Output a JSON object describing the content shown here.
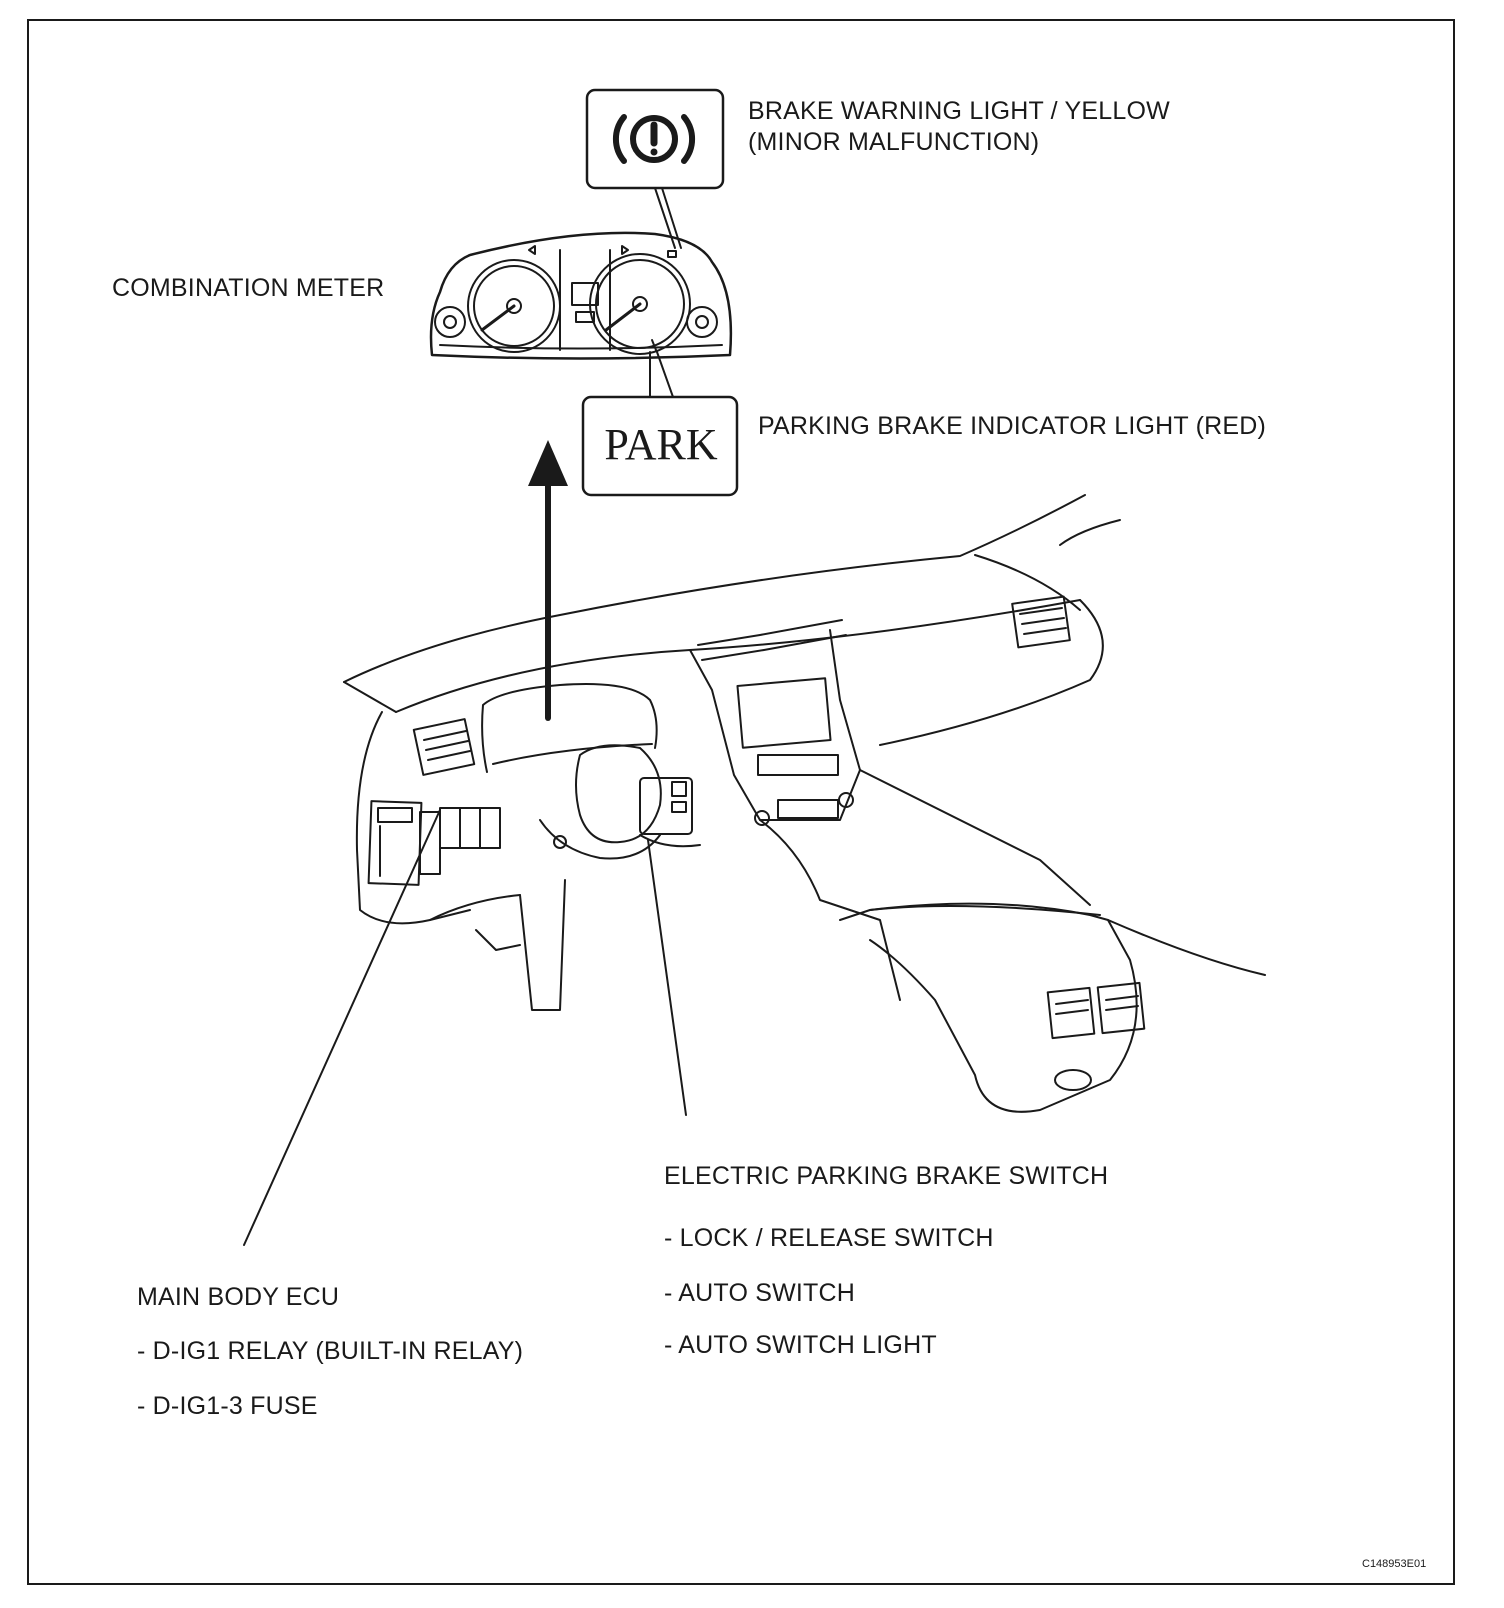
{
  "labels": {
    "brake_warning_line1": "BRAKE WARNING LIGHT / YELLOW",
    "brake_warning_line2": "(MINOR MALFUNCTION)",
    "combination_meter": "COMBINATION METER",
    "parking_indicator": "PARKING BRAKE INDICATOR LIGHT (RED)",
    "park_text": "PARK",
    "epb_switch": "ELECTRIC PARKING BRAKE SWITCH",
    "epb_items": [
      "- LOCK / RELEASE SWITCH",
      "- AUTO SWITCH",
      "- AUTO SWITCH LIGHT"
    ],
    "main_body_ecu": "MAIN BODY ECU",
    "ecu_items": [
      "- D-IG1 RELAY (BUILT-IN RELAY)",
      "- D-IG1-3 FUSE"
    ],
    "figure_code": "C148953E01"
  },
  "icons": {
    "brake_warning": "brake-warning-icon",
    "arrow": "up-arrow-icon"
  },
  "colors": {
    "line": "#1a1a1a",
    "background": "#ffffff"
  }
}
